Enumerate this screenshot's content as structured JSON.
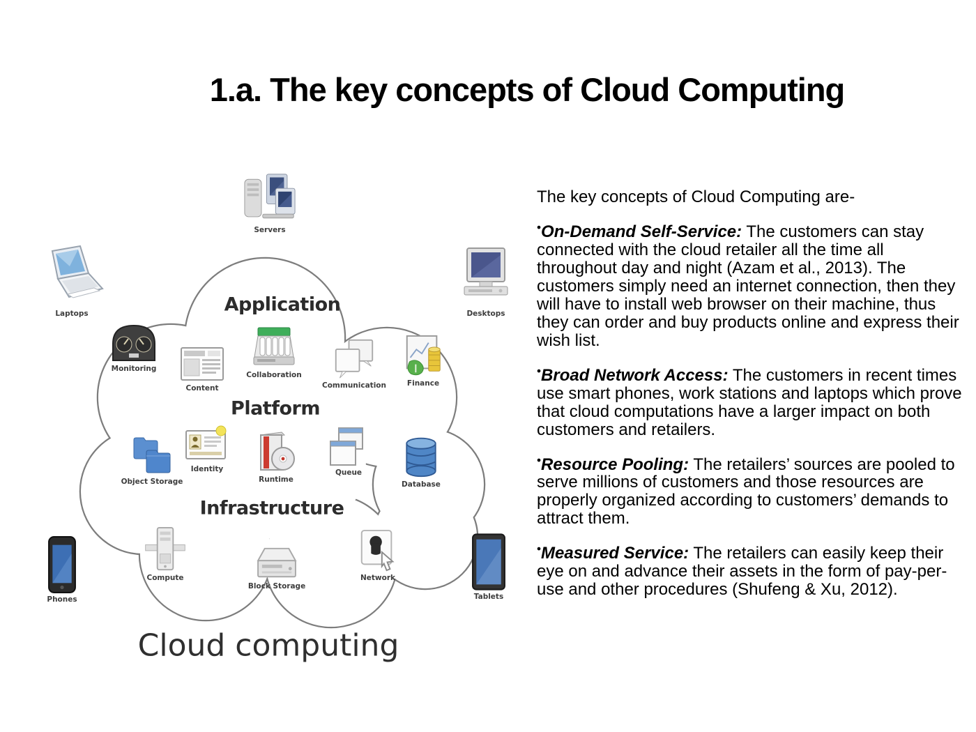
{
  "title": "1.a. The key concepts of Cloud Computing",
  "diagram": {
    "caption": "Cloud computing",
    "external": {
      "servers": "Servers",
      "laptops": "Laptops",
      "desktops": "Desktops",
      "phones": "Phones",
      "tablets": "Tablets"
    },
    "layers": {
      "application": {
        "label": "Application",
        "items": [
          "Monitoring",
          "Content",
          "Collaboration",
          "Communication",
          "Finance"
        ]
      },
      "platform": {
        "label": "Platform",
        "items": [
          "Object Storage",
          "Identity",
          "Runtime",
          "Queue",
          "Database"
        ]
      },
      "infrastructure": {
        "label": "Infrastructure",
        "items": [
          "Compute",
          "Block Storage",
          "Network"
        ]
      }
    }
  },
  "content": {
    "bullet_glyph": "•",
    "intro": "The key concepts of Cloud Computing are-",
    "bullets": [
      {
        "term": "On-Demand Self-Service:",
        "text": " The customers can stay connected with the cloud retailer all the time all throughout day and night (Azam et al., 2013). The customers simply need an internet connection, then they will have to install web browser on their machine, thus they can order and buy products online and express their wish list."
      },
      {
        "term": "Broad Network Access:",
        "text": " The customers in recent times use smart phones, work stations and laptops which prove that cloud computations have a larger impact on both customers and retailers."
      },
      {
        "term": "Resource Pooling:",
        "text": " The retailers’ sources are pooled to serve millions of customers and those resources are properly organized according to customers’ demands to attract them."
      },
      {
        "term": "Measured Service:",
        "text": " The retailers can easily keep their eye on and advance their assets in the form of pay-per-use and other procedures (Shufeng & Xu, 2012)."
      }
    ]
  }
}
